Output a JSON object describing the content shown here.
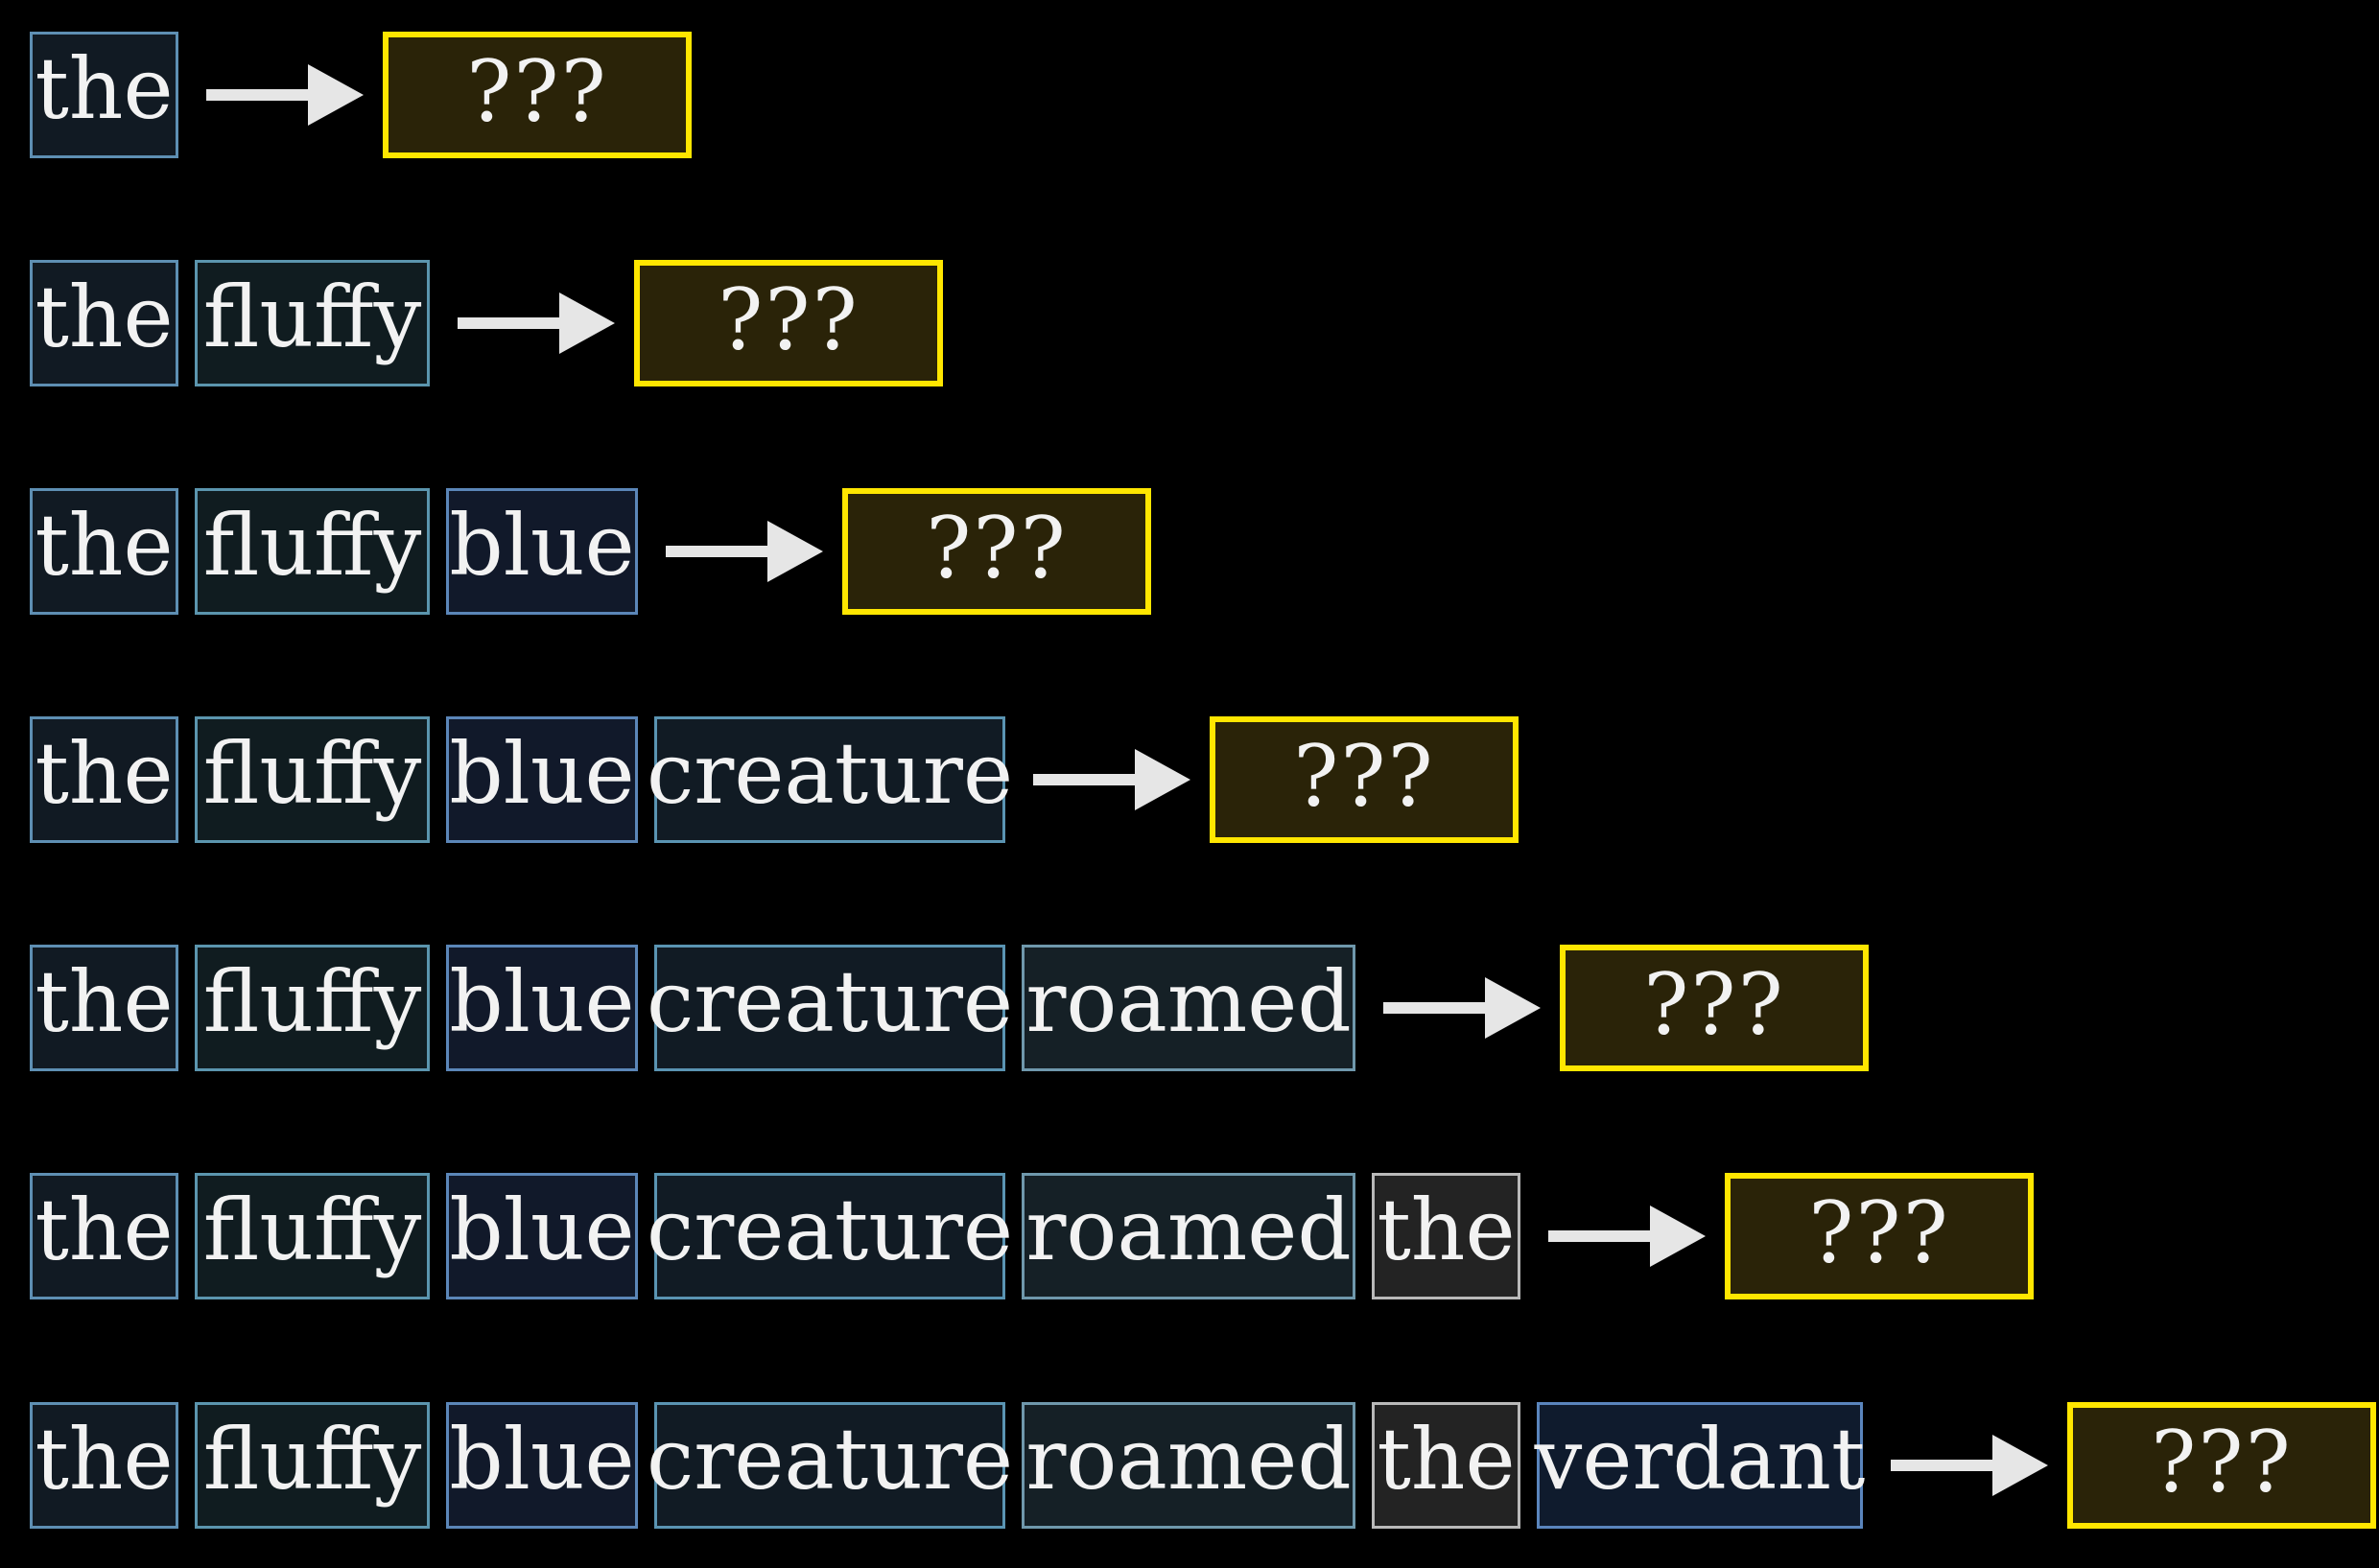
{
  "rows": [
    {
      "tokens": [
        "the"
      ],
      "prediction": "???"
    },
    {
      "tokens": [
        "the",
        "fluffy"
      ],
      "prediction": "???"
    },
    {
      "tokens": [
        "the",
        "fluffy",
        "blue"
      ],
      "prediction": "???"
    },
    {
      "tokens": [
        "the",
        "fluffy",
        "blue",
        "creature"
      ],
      "prediction": "???"
    },
    {
      "tokens": [
        "the",
        "fluffy",
        "blue",
        "creature",
        "roamed"
      ],
      "prediction": "???"
    },
    {
      "tokens": [
        "the",
        "fluffy",
        "blue",
        "creature",
        "roamed",
        "the"
      ],
      "prediction": "???"
    },
    {
      "tokens": [
        "the",
        "fluffy",
        "blue",
        "creature",
        "roamed",
        "the",
        "verdant"
      ],
      "prediction": "???"
    }
  ],
  "colors": {
    "background": "#000000",
    "prediction_border": "#ffe600",
    "prediction_fill": "#2a2308",
    "arrow": "#e6e6e6"
  }
}
